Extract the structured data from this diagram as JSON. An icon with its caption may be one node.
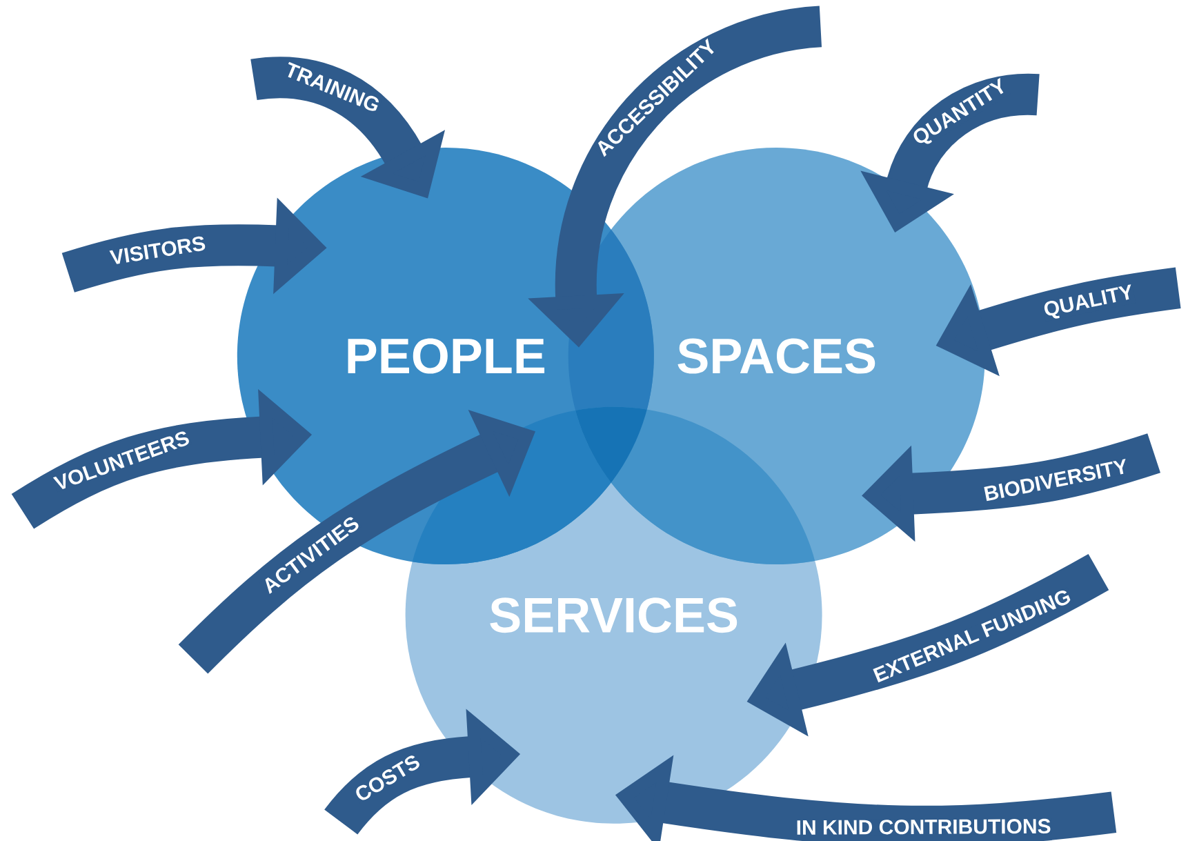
{
  "diagram": {
    "nodes": [
      {
        "text": [
          "PEOPLE"
        ]
      },
      {
        "text": [
          "SPACES"
        ]
      },
      {
        "text": [
          "SERVICES"
        ]
      }
    ],
    "edges": [
      {
        "from": null,
        "to": 0,
        "arrow": "to",
        "label": "TRAINING"
      },
      {
        "from": null,
        "to": 0,
        "arrow": "to",
        "label": "VISITORS"
      },
      {
        "from": null,
        "to": 0,
        "arrow": "to",
        "label": "VOLUNTEERS"
      },
      {
        "from": null,
        "to": 2,
        "arrow": "to",
        "label": "ACTIVITIES"
      },
      {
        "from": null,
        "to": 1,
        "arrow": "to",
        "label": "ACCESSIBILITY"
      },
      {
        "from": null,
        "to": 1,
        "arrow": "to",
        "label": "QUANTITY"
      },
      {
        "from": null,
        "to": 1,
        "arrow": "to",
        "label": "QUALITY"
      },
      {
        "from": null,
        "to": 1,
        "arrow": "to",
        "label": "BIODIVERSITY"
      },
      {
        "from": null,
        "to": 2,
        "arrow": "to",
        "label": "EXTERNAL FUNDING"
      },
      {
        "from": null,
        "to": 2,
        "arrow": "to",
        "label": "IN KIND CONTRIBUTIONS"
      },
      {
        "from": null,
        "to": 2,
        "arrow": "to",
        "label": "COSTS"
      }
    ]
  }
}
